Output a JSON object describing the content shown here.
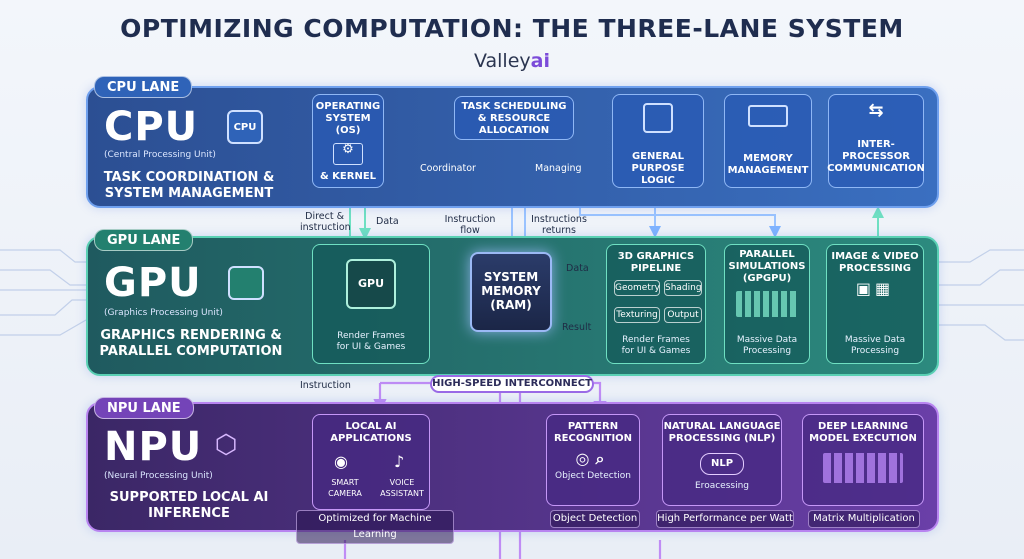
{
  "title": "OPTIMIZING COMPUTATION: THE THREE-LANE SYSTEM",
  "subtitle": {
    "brand": "Valley",
    "brand_ai": "ai"
  },
  "colors": {
    "cpu": "#2f63b8",
    "gpu": "#23806f",
    "npu": "#7444b8",
    "connect": "#9a6be6"
  },
  "cpu": {
    "tab": "CPU LANE",
    "big": "CPU",
    "full": "(Central Processing Unit)",
    "role_1": "TASK COORDINATION &",
    "role_2": "SYSTEM MANAGEMENT",
    "chip": "CPU",
    "os_1": "OPERATING",
    "os_2": "SYSTEM (OS)",
    "os_3": "& KERNEL",
    "sched_1": "TASK SCHEDULING",
    "sched_2": "& RESOURCE",
    "sched_3": "ALLOCATION",
    "general_1": "GENERAL",
    "general_2": "PURPOSE LOGIC",
    "memory_1": "MEMORY",
    "memory_2": "MANAGEMENT",
    "interproc_1": "INTER-PROCESSOR",
    "interproc_2": "COMMUNICATION",
    "coordinator": "Coordinator",
    "managing": "Managing"
  },
  "gpu": {
    "tab": "GPU LANE",
    "big": "GPU",
    "full": "(Graphics Processing Unit)",
    "role_1": "GRAPHICS RENDERING &",
    "role_2": "PARALLEL COMPUTATION",
    "chip": "GPU",
    "render_1": "Render Frames",
    "render_2": "for UI & Games",
    "pipeline_1": "3D GRAPHICS",
    "pipeline_2": "PIPELINE",
    "stages": [
      "Geometry",
      "Shading",
      "Texturing",
      "Output"
    ],
    "pipeline_d1": "Render Frames",
    "pipeline_d2": "for UI & Games",
    "parallel_1": "PARALLEL",
    "parallel_2": "SIMULATIONS",
    "parallel_3": "(GPGPU)",
    "parallel_d1": "Massive Data",
    "parallel_d2": "Processing",
    "image_1": "IMAGE & VIDEO",
    "image_2": "PROCESSING",
    "image_d1": "Massive Data",
    "image_d2": "Processing"
  },
  "ram": {
    "l1": "SYSTEM",
    "l2": "MEMORY",
    "l3": "(RAM)"
  },
  "flows": {
    "direct_1": "Direct &",
    "direct_2": "instruction",
    "data_up": "Data",
    "instr_flow_1": "Instruction",
    "instr_flow_2": "flow",
    "instr_ret_1": "Instructions",
    "instr_ret_2": "returns",
    "data_right": "Data",
    "result": "Result",
    "instruction": "Instruction"
  },
  "interconnect": "HIGH-SPEED INTERCONNECT",
  "npu": {
    "tab": "NPU LANE",
    "big": "NPU",
    "full": "(Neural Processing Unit)",
    "role_1": "SUPPORTED LOCAL AI",
    "role_2": "INFERENCE",
    "local_1": "LOCAL AI",
    "local_2": "APPLICATIONS",
    "camera_1": "SMART",
    "camera_2": "CAMERA",
    "voice_1": "VOICE",
    "voice_2": "ASSISTANT",
    "optimized": "Optimized for Machine Learning",
    "pattern_1": "PATTERN",
    "pattern_2": "RECOGNITION",
    "pattern_d": "Object Detection",
    "pattern_bottom": "Object Detection",
    "nlp_1": "NATURAL LANGUAGE",
    "nlp_2": "PROCESSING (NLP)",
    "nlp_icon": "NLP",
    "nlp_d": "Eroacessing",
    "nlp_bottom": "High Performance per Watt",
    "deep_1": "DEEP LEARNING",
    "deep_2": "MODEL EXECUTION",
    "deep_bottom": "Matrix Multiplication"
  }
}
